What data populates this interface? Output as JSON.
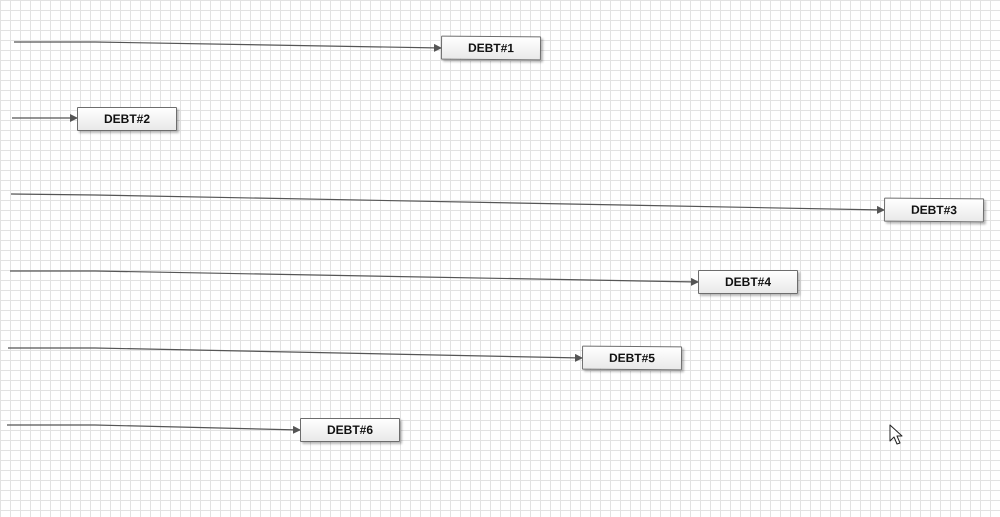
{
  "diagram": {
    "nodes": [
      {
        "id": "n1",
        "label": "DEBT#1"
      },
      {
        "id": "n2",
        "label": "DEBT#2"
      },
      {
        "id": "n3",
        "label": "DEBT#3"
      },
      {
        "id": "n4",
        "label": "DEBT#4"
      },
      {
        "id": "n5",
        "label": "DEBT#5"
      },
      {
        "id": "n6",
        "label": "DEBT#6"
      }
    ],
    "edges": [
      {
        "to": "n1"
      },
      {
        "to": "n2"
      },
      {
        "to": "n3"
      },
      {
        "to": "n4"
      },
      {
        "to": "n5"
      },
      {
        "to": "n6"
      }
    ],
    "colors": {
      "line": "#555555",
      "grid": "#e2e2e2",
      "node_border": "#6d6d6d"
    }
  },
  "cursor": {
    "icon": "arrow-cursor-icon"
  }
}
